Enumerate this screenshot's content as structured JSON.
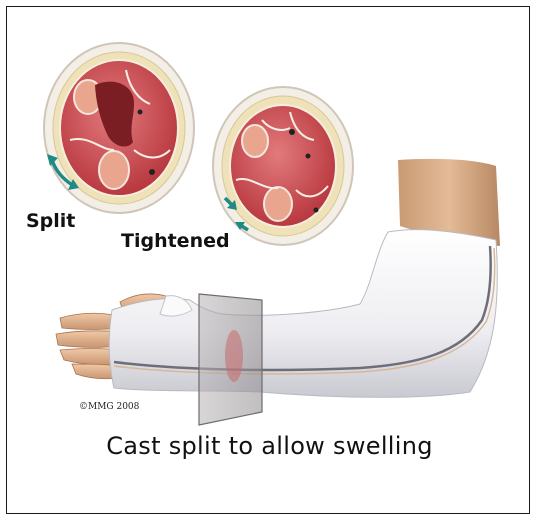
{
  "labels": {
    "split": "Split",
    "tightened": "Tightened"
  },
  "copyright": "©MMG 2008",
  "caption": "Cast split to allow swelling",
  "colors": {
    "muscle": "#c94a50",
    "fat": "#efe2b8",
    "skin": "#e9ddd0",
    "cast": "#f4f4f6",
    "arrow": "#1f8a84"
  }
}
